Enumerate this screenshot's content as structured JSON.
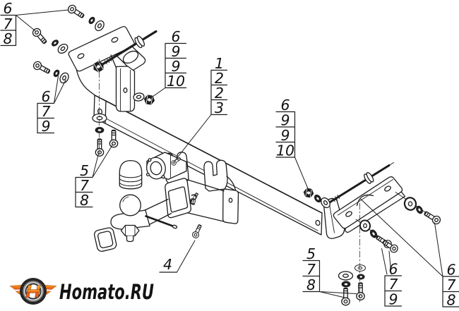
{
  "callouts": {
    "top_left": {
      "rows": [
        "6",
        "7",
        "8"
      ]
    },
    "left_mid": {
      "rows": [
        "6",
        "7",
        "9"
      ]
    },
    "bottom_left": {
      "rows": [
        "5",
        "7",
        "8"
      ]
    },
    "top_center": {
      "rows": [
        "6",
        "9",
        "9",
        "10"
      ]
    },
    "center": {
      "rows": [
        "1",
        "2",
        "2",
        "3"
      ]
    },
    "right_mid": {
      "rows": [
        "6",
        "9",
        "9",
        "10"
      ]
    },
    "bottom_right_inner": {
      "rows": [
        "5",
        "7",
        "8"
      ]
    },
    "bottom_right_mid": {
      "rows": [
        "6",
        "7",
        "9"
      ]
    },
    "bottom_right_outer": {
      "rows": [
        "6",
        "7",
        "8"
      ]
    },
    "item_4": {
      "label": "4"
    }
  },
  "logo": {
    "text": "Homato.RU"
  },
  "colors": {
    "line": "#1c1c1c",
    "background": "#ffffff",
    "border": "#b5b5b5",
    "logo_text": "#131313",
    "logo_wing_top": "#f7a823",
    "logo_wing_bottom": "#e35315",
    "logo_wheel": "#262626",
    "logo_h": "#f07818"
  }
}
